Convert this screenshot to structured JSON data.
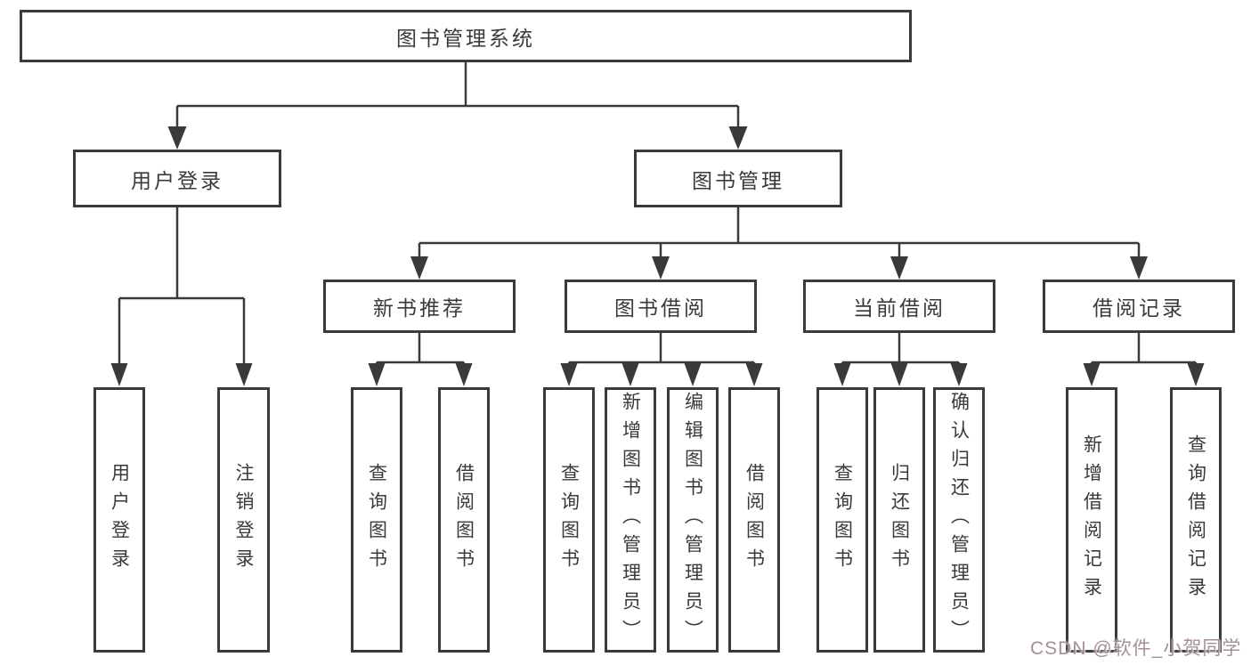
{
  "diagram": {
    "type": "hierarchy-tree",
    "root": {
      "label": "图书管理系统",
      "children": [
        {
          "label": "用户登录",
          "children": [
            {
              "label": "用户登录"
            },
            {
              "label": "注销登录"
            }
          ]
        },
        {
          "label": "图书管理",
          "children": [
            {
              "label": "新书推荐",
              "children": [
                {
                  "label": "查询图书"
                },
                {
                  "label": "借阅图书"
                }
              ]
            },
            {
              "label": "图书借阅",
              "children": [
                {
                  "label": "查询图书"
                },
                {
                  "label": "新增图书（管理员）"
                },
                {
                  "label": "编辑图书（管理员）"
                },
                {
                  "label": "借阅图书"
                }
              ]
            },
            {
              "label": "当前借阅",
              "children": [
                {
                  "label": "查询图书"
                },
                {
                  "label": "归还图书"
                },
                {
                  "label": "确认归还（管理员）"
                }
              ]
            },
            {
              "label": "借阅记录",
              "children": [
                {
                  "label": "新增借阅记录"
                },
                {
                  "label": "查询借阅记录"
                }
              ]
            }
          ]
        }
      ]
    }
  },
  "watermark": {
    "text": "CSDN @软件_小贺同学",
    "color": "#a39191"
  },
  "colors": {
    "background": "#ffffff",
    "line": "#3a3a3a",
    "box_border": "#3a3a3a",
    "box_fill": "#ffffff",
    "text": "#3a3a3a"
  }
}
